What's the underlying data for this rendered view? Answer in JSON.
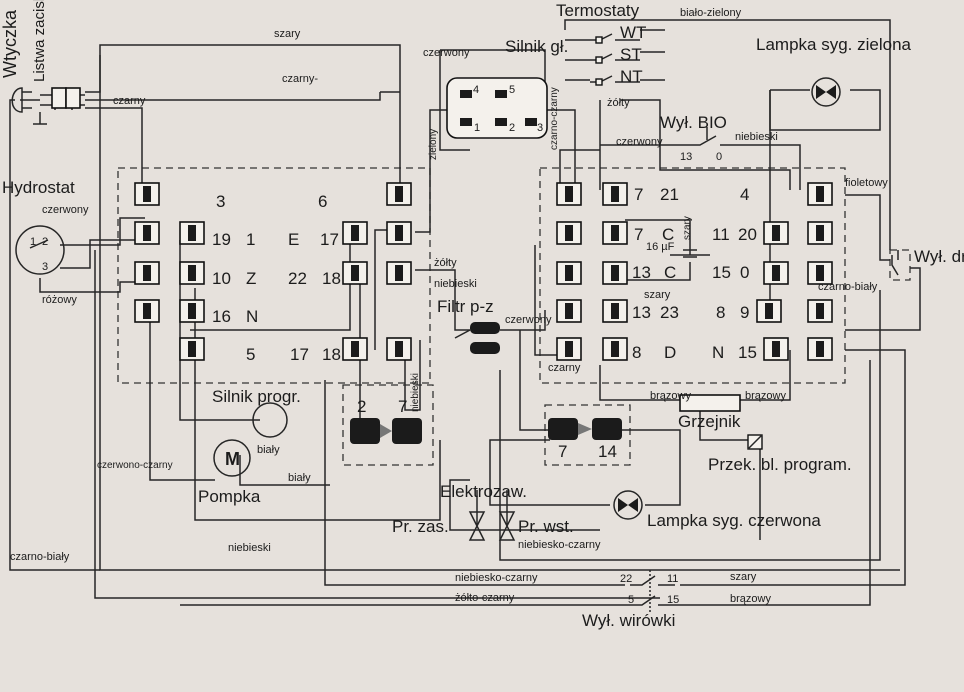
{
  "labels": {
    "plug": "Wtyczka",
    "terminal_strip": "Listwa zacisk.",
    "thermostats": "Termostaty",
    "motor": "Silnik gł.",
    "lamp_green": "Lampka syg. zielona",
    "bio_switch": "Wył. BIO",
    "hydrostat": "Hydrostat",
    "door_switch": "Wył. drzwi",
    "filter": "Filtr p-z",
    "program_motor": "Silnik progr.",
    "heater": "Grzejnik",
    "program_lock": "Przek. bl. program.",
    "pump": "Pompka",
    "solenoid": "Elektrozaw.",
    "valve_supply": "Pr. zas.",
    "valve_prewash": "Pr. wst.",
    "lamp_red": "Lampka syg. czerwona",
    "spin_switch": "Wył. wirówki"
  },
  "thermostat_contacts": [
    "WT",
    "ST",
    "NT"
  ],
  "capacitor": "16 µF",
  "terminal_numbers": {
    "left": [
      "3",
      "19",
      "1",
      "10",
      "Z",
      "16",
      "N",
      "5"
    ],
    "left_mid": [
      "6",
      "E",
      "17",
      "22",
      "18",
      "17",
      "18"
    ],
    "right": [
      "7",
      "21",
      "4",
      "7",
      "C",
      "11",
      "20",
      "13",
      "C",
      "15",
      "0",
      "13",
      "23",
      "8",
      "9",
      "8",
      "D",
      "N",
      "15"
    ],
    "motor_pins": [
      "4",
      "5",
      "1",
      "2",
      "3"
    ],
    "bio_pins": [
      "13",
      "0"
    ],
    "connector_left": [
      "2",
      "7"
    ],
    "connector_right": [
      "7",
      "14"
    ],
    "spin_pins": [
      "22",
      "11",
      "5",
      "15"
    ],
    "hydrostat_pins": [
      "1",
      "2",
      "3"
    ]
  },
  "wire_colors": {
    "szary_top": "szary",
    "czarny_top": "czarny-",
    "czarny_left": "czarny",
    "czerwony_hydro": "czerwony",
    "rozowy": "różowy",
    "czerwony_motor": "czerwony",
    "zielony": "zielony",
    "czarno_czarny": "czarno-czarny",
    "bialo_zielony": "biało-zielony",
    "zolty_thermo": "żółty",
    "czerwony_bio": "czerwony",
    "niebieski_bio": "niebieski",
    "fioletowy": "fioletowy",
    "szary_cap": "szary",
    "czarno_bialy_door": "czarno-biały",
    "zolty_mid": "żółty",
    "niebieski_mid": "niebieski",
    "czerwony_filter": "czerwony",
    "szary_mid": "szary",
    "czarny_mid": "czarny",
    "niebieski_vert": "niebieski",
    "brazowy_1": "brązowy",
    "brazowy_2": "brązowy",
    "bialy_1": "biały",
    "bialy_2": "biały",
    "czerwono_czarny": "czerwono-czarny",
    "czarno_bialy_bottom": "czarno-biały",
    "niebieski_bottom": "niebieski",
    "niebiesko_czarny_1": "niebiesko-czarny",
    "niebiesko_czarny_2": "niebiesko-czarny",
    "zolto_czarny": "żółto-czarny",
    "szary_spin": "szary",
    "brazowy_spin": "brązowy"
  }
}
